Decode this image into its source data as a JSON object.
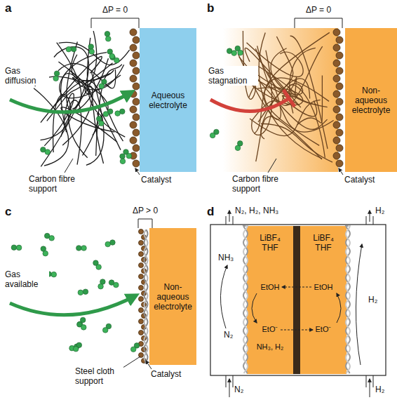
{
  "diagram": {
    "nodes": [
      {
        "text": [
          "Aqueous electrolyte"
        ]
      },
      {
        "text": [
          "Non-aqueous electrolyte"
        ]
      },
      {
        "text": [
          "Non-aqueous electrolyte"
        ]
      },
      {
        "text": [
          "LiBF₄ THF",
          "EtOH",
          "EtO⁻",
          "NH₃, H₂"
        ]
      },
      {
        "text": [
          "LiBF₄ THF",
          "EtOH",
          "EtO⁻"
        ]
      }
    ],
    "labels": [
      "a",
      "ΔP = 0",
      "Gas diffusion",
      "Carbon fibre support",
      "Catalyst",
      "b",
      "ΔP = 0",
      "Gas stagnation",
      "Carbon fibre support",
      "Catalyst",
      "c",
      "ΔP > 0",
      "Gas available",
      "Steel cloth support",
      "Catalyst",
      "d",
      "N₂, H₂, NH₃",
      "H₂",
      "NH₃",
      "N₂",
      "N₂",
      "H₂",
      "H₂"
    ]
  }
}
